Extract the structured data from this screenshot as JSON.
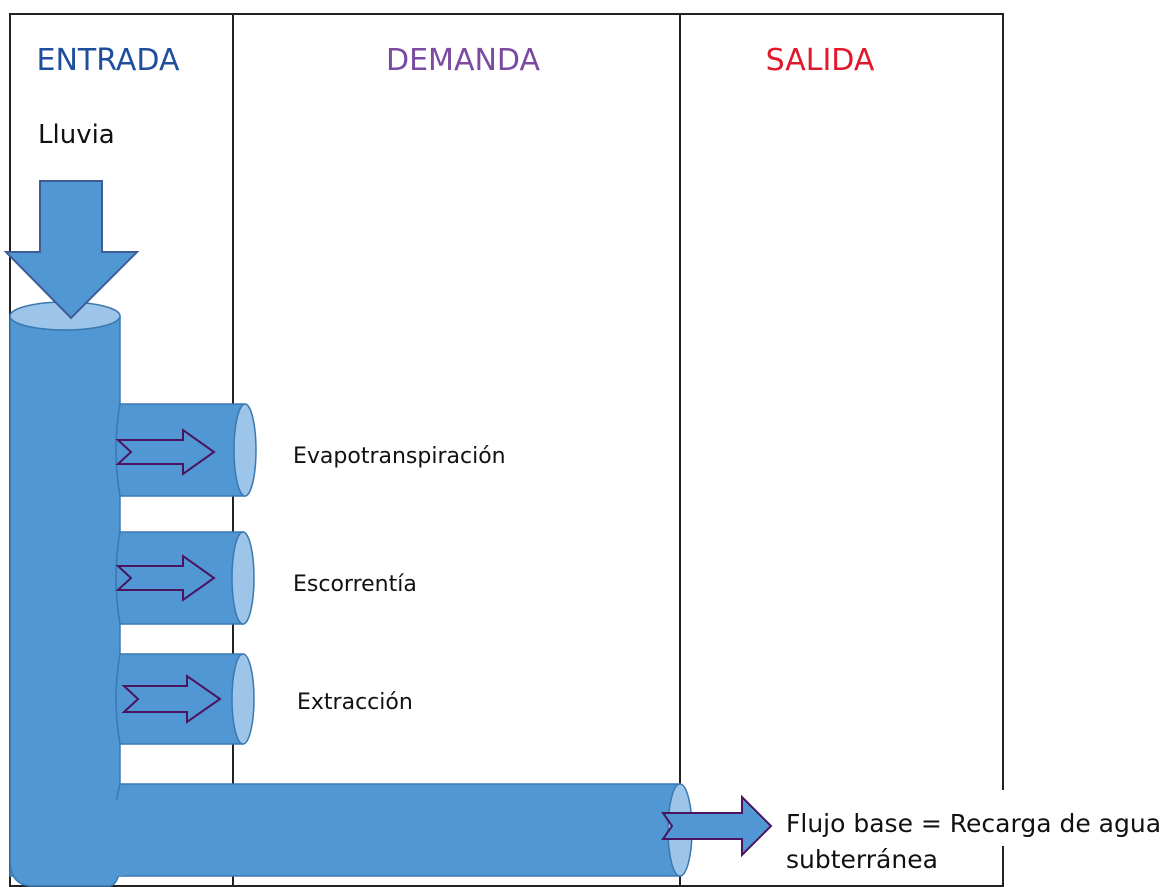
{
  "columns": {
    "entrada": {
      "label": "ENTRADA",
      "color": "#1f4e9c"
    },
    "demanda": {
      "label": "DEMANDA",
      "color": "#7b4aa1"
    },
    "salida": {
      "label": "SALIDA",
      "color": "#e0182c"
    }
  },
  "input_label": "Lluvia",
  "demand_outputs": [
    {
      "label": "Evapotranspiración"
    },
    {
      "label": "Escorrentía"
    },
    {
      "label": "Extracción"
    }
  ],
  "base_flow": {
    "line1": "Flujo base = Recarga de agua",
    "line2": "subterránea"
  },
  "colors": {
    "pipe_fill": "#5097d4",
    "pipe_stroke": "#3a78b0",
    "pipe_cap": "#9dc5ea",
    "inner_arrow_stroke": "#4a1460",
    "border": "#222222"
  }
}
